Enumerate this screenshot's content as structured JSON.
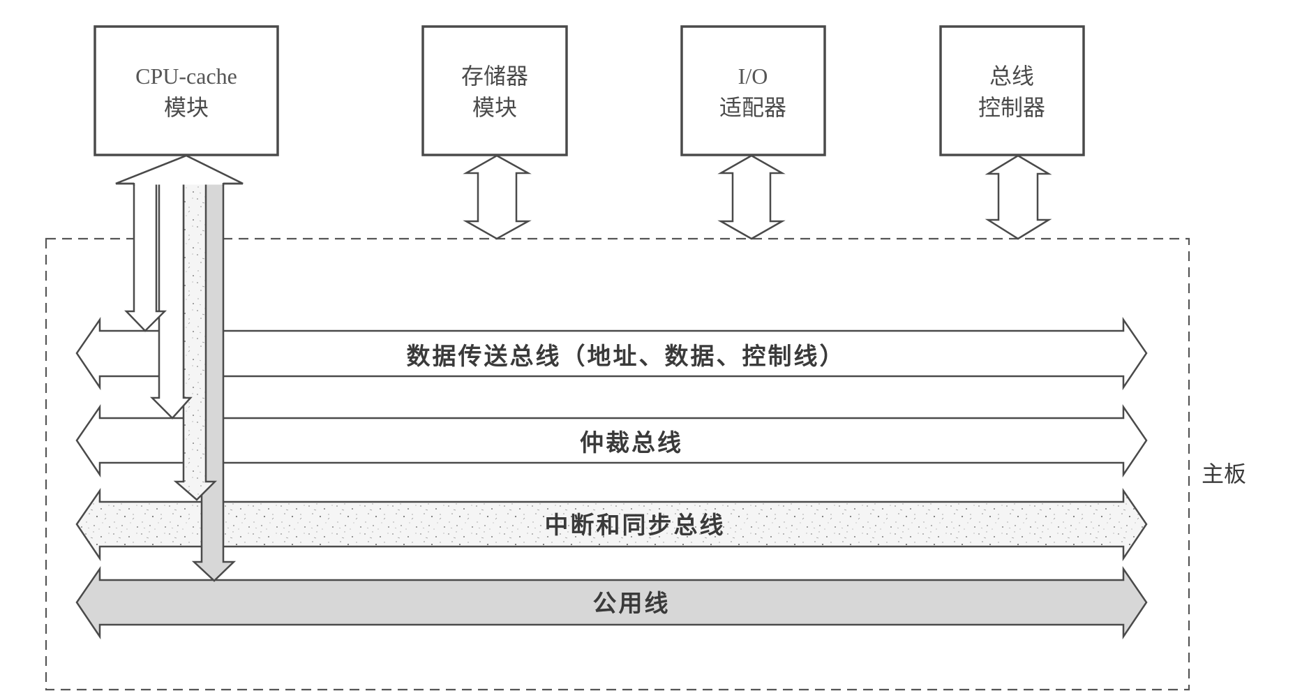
{
  "modules": [
    {
      "id": "cpu",
      "lines": [
        "CPU-cache",
        "模块"
      ]
    },
    {
      "id": "memory",
      "lines": [
        "存储器",
        "模块"
      ]
    },
    {
      "id": "io",
      "lines": [
        "I/O",
        "适配器"
      ]
    },
    {
      "id": "bus-controller",
      "lines": [
        "总线",
        "控制器"
      ]
    }
  ],
  "buses": [
    {
      "id": "data-transfer-bus",
      "label": "数据传送总线（地址、数据、控制线）",
      "fill": "white"
    },
    {
      "id": "arbitration-bus",
      "label": "仲裁总线",
      "fill": "white"
    },
    {
      "id": "interrupt-sync-bus",
      "label": "中断和同步总线",
      "fill": "speckled"
    },
    {
      "id": "utility-bus",
      "label": "公用线",
      "fill": "gray"
    }
  ],
  "board": {
    "label": "主板"
  },
  "colors": {
    "stroke": "#4a4a4a",
    "gray_fill": "#d7d7d7",
    "speckle_base": "#f4f4f4",
    "dash": "#555555"
  }
}
